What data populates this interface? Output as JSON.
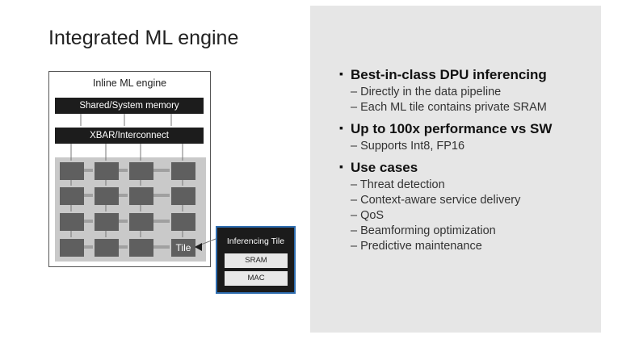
{
  "title": "Integrated ML engine",
  "diagram": {
    "title": "Inline ML engine",
    "memory_label": "Shared/System memory",
    "xbar_label": "XBAR/Interconnect",
    "tile_label": "Tile",
    "inferencing_tile": {
      "title": "Inferencing Tile",
      "sram_label": "SRAM",
      "mac_label": "MAC"
    }
  },
  "bullets": [
    {
      "heading": "Best-in-class DPU inferencing",
      "items": [
        "Directly in the data pipeline",
        "Each ML tile contains private SRAM"
      ]
    },
    {
      "heading": "Up to 100x performance vs SW",
      "items": [
        "Supports Int8, FP16"
      ]
    },
    {
      "heading": "Use cases",
      "items": [
        "Threat detection",
        "Context-aware service delivery",
        "QoS",
        "Beamforming optimization",
        "Predictive maintenance"
      ]
    }
  ],
  "colors": {
    "panel_bg": "#e6e6e6",
    "tile": "#5f5f5f",
    "bar": "#1c1c1c",
    "highlight_border": "#2e6db0"
  }
}
